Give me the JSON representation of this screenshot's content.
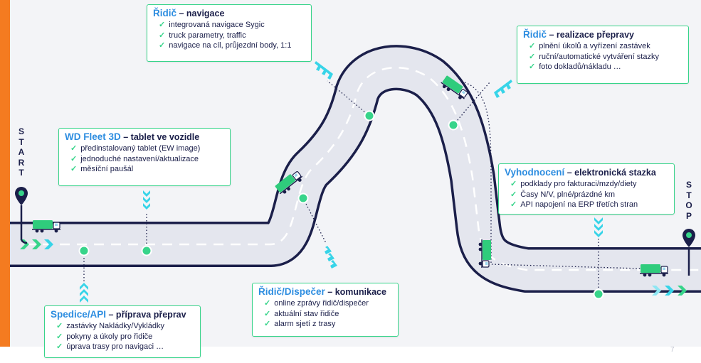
{
  "start_label": [
    "S",
    "T",
    "A",
    "R",
    "T"
  ],
  "stop_label": [
    "S",
    "T",
    "O",
    "P"
  ],
  "page_number": "7",
  "colors": {
    "accent_green": "#37d48a",
    "cyan": "#37d4e8",
    "navy": "#1b1f4a",
    "blue_title": "#2d8de0",
    "orange": "#f47b20"
  },
  "boxes": {
    "ridic_navigace": {
      "highlight": "Řidič",
      "rest": " – navigace",
      "items": [
        "integrovaná navigace Sygic",
        "truck parametry, traffic",
        "navigace na cíl, průjezdní body, 1:1"
      ]
    },
    "ridic_realizace": {
      "highlight": "Řidič",
      "rest": " – realizace přepravy",
      "items": [
        "plnění úkolů a vyřízení zastávek",
        "ruční/automatické vytváření stazky",
        "foto dokladů/nákladu …"
      ]
    },
    "wd_fleet": {
      "highlight": "WD Fleet 3D",
      "rest": " – tablet ve vozidle",
      "items": [
        "předinstalovaný tablet (EW image)",
        "jednoduché nastavení/aktualizace",
        "měsíční paušál"
      ]
    },
    "vyhodnoceni": {
      "highlight": "Vyhodnocení",
      "rest": " – elektronická stazka",
      "items": [
        "podklady pro fakturaci/mzdy/diety",
        "Časy N/V, plné/prázdné km",
        "API napojení na ERP třetích stran"
      ]
    },
    "ridic_dispecer": {
      "highlight": "Řidič/Dispečer",
      "rest": " – komunikace",
      "items": [
        "online zprávy řidič/dispečer",
        "aktuální stav řidiče",
        "alarm sjetí z trasy"
      ]
    },
    "spedice": {
      "highlight": "Spedice/API",
      "rest": " – příprava přeprav",
      "items": [
        "zastávky Nakládky/Vykládky",
        "pokyny a úkoly pro řidiče",
        "úprava trasy pro navigaci …"
      ]
    }
  }
}
